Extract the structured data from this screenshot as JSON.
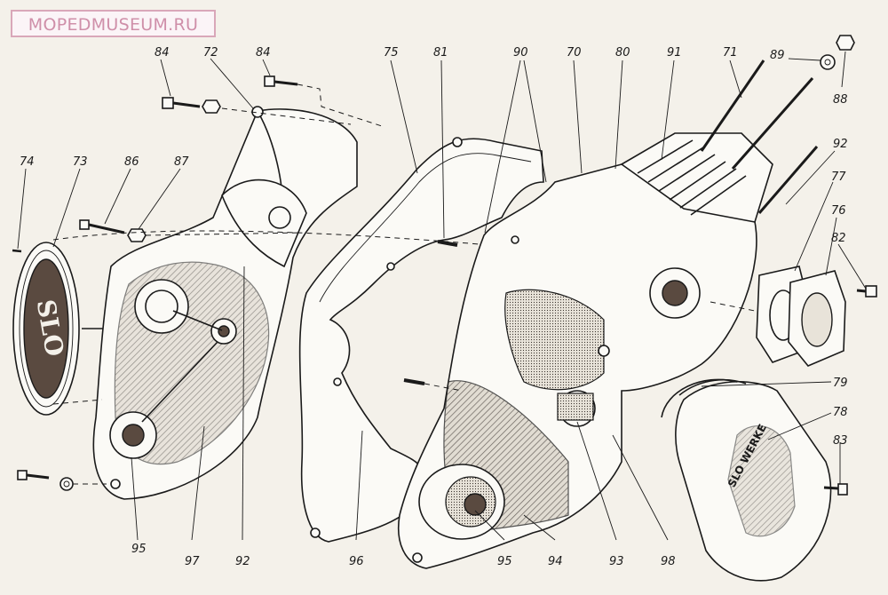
{
  "watermark": "MOPEDMUSEUM.RU",
  "cover_badge_text": "SLO",
  "right_cover_text": "SLO WERKE",
  "callouts": {
    "c84a": "84",
    "c72": "72",
    "c84b": "84",
    "c75": "75",
    "c81": "81",
    "c90": "90",
    "c70": "70",
    "c80": "80",
    "c91": "91",
    "c71": "71",
    "c89": "89",
    "c88": "88",
    "c74": "74",
    "c73": "73",
    "c86": "86",
    "c87": "87",
    "c92a": "92",
    "c77": "77",
    "c76": "76",
    "c82": "82",
    "c79": "79",
    "c78": "78",
    "c83": "83",
    "c95a": "95",
    "c97": "97",
    "c92b": "92",
    "c96": "96",
    "c95b": "95",
    "c94": "94",
    "c93": "93",
    "c98": "98"
  }
}
